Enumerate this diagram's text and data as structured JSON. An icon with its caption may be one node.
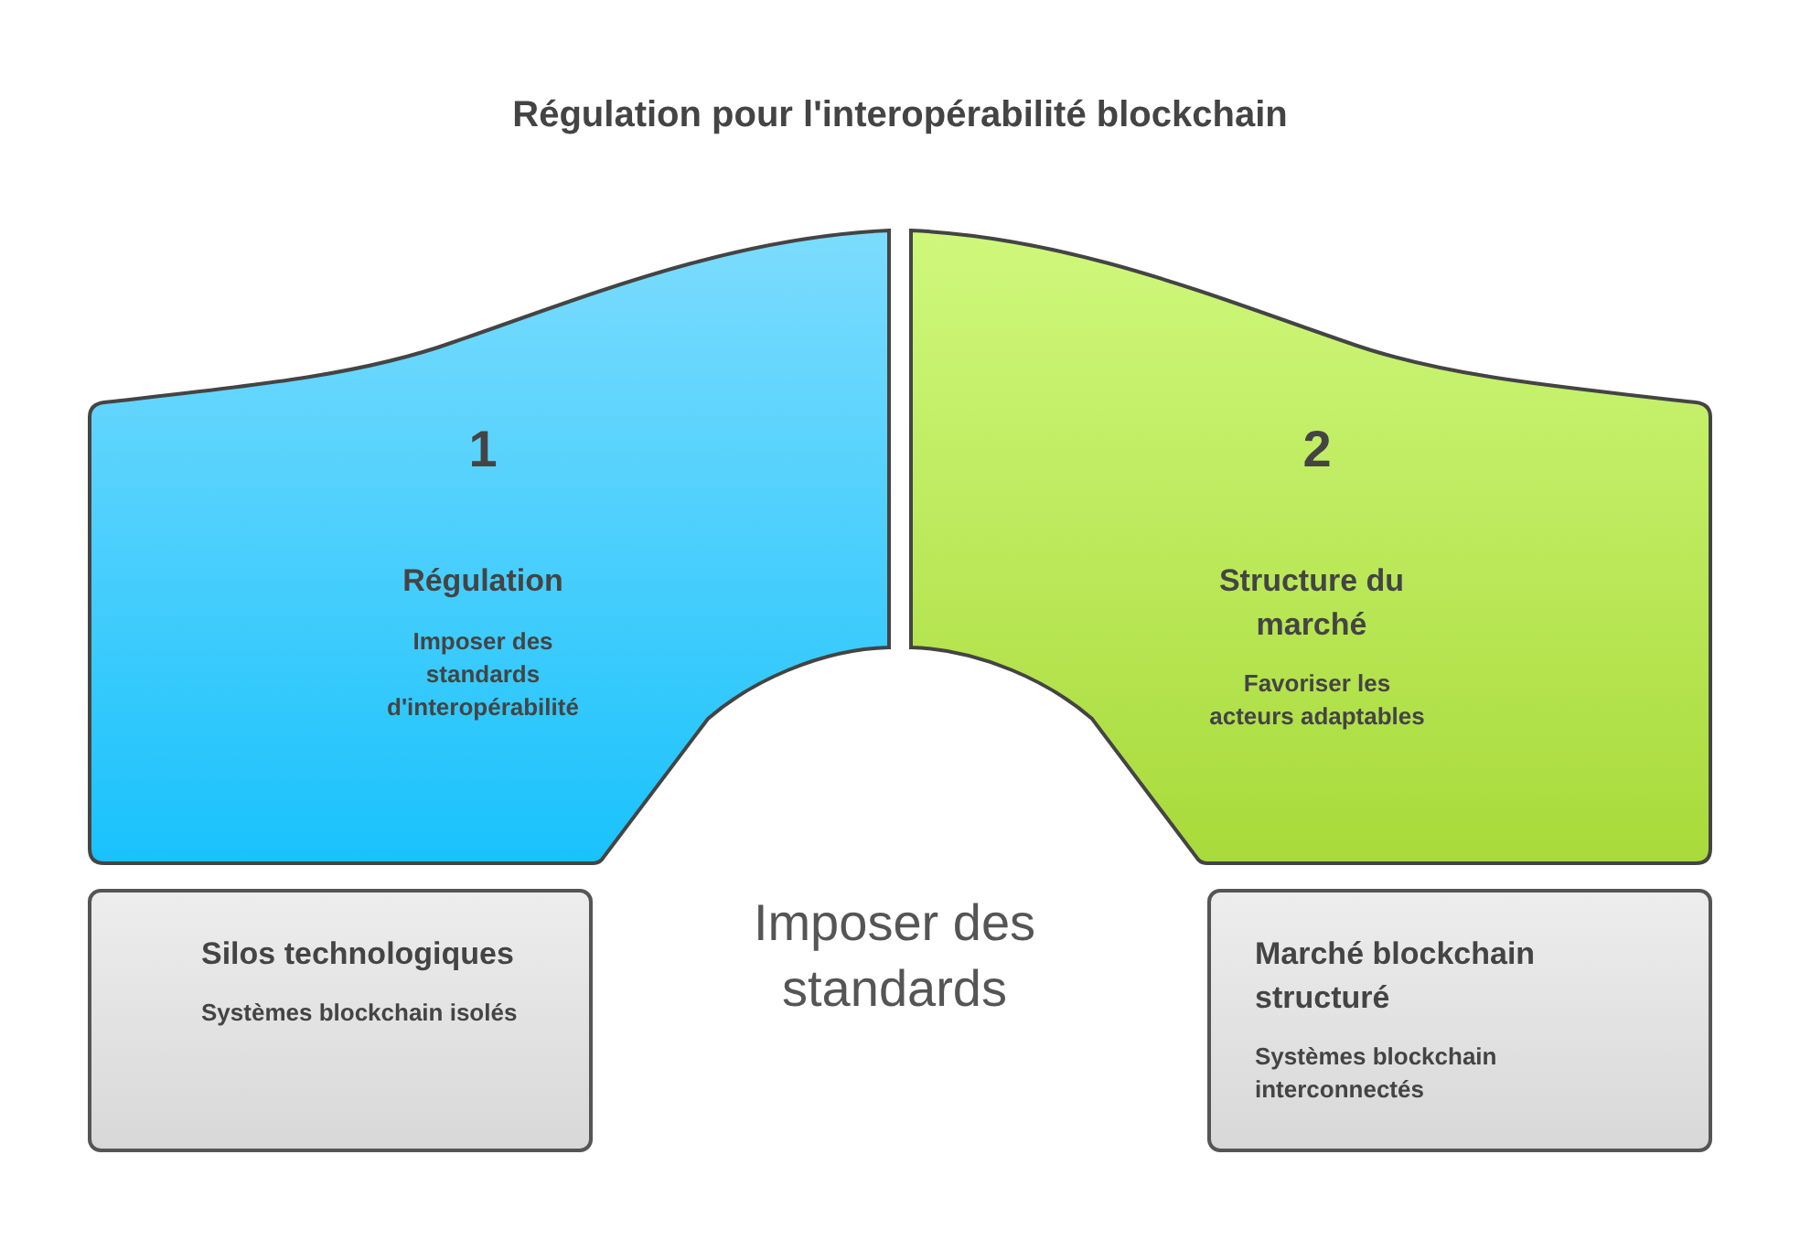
{
  "diagram": {
    "title": "Régulation pour l'interopérabilité blockchain",
    "nodes": [
      {
        "text": [
          "1",
          "Régulation",
          "Imposer des standards d'interopérabilité"
        ]
      },
      {
        "text": [
          "2",
          "Structure du marché",
          "Favoriser les acteurs adaptables"
        ]
      },
      {
        "text": [
          "Silos technologiques",
          "Systèmes blockchain isolés"
        ]
      },
      {
        "text": [
          "Marché blockchain structuré",
          "Systèmes blockchain interconnectés"
        ]
      }
    ],
    "labels": [
      "Imposer des standards"
    ]
  }
}
